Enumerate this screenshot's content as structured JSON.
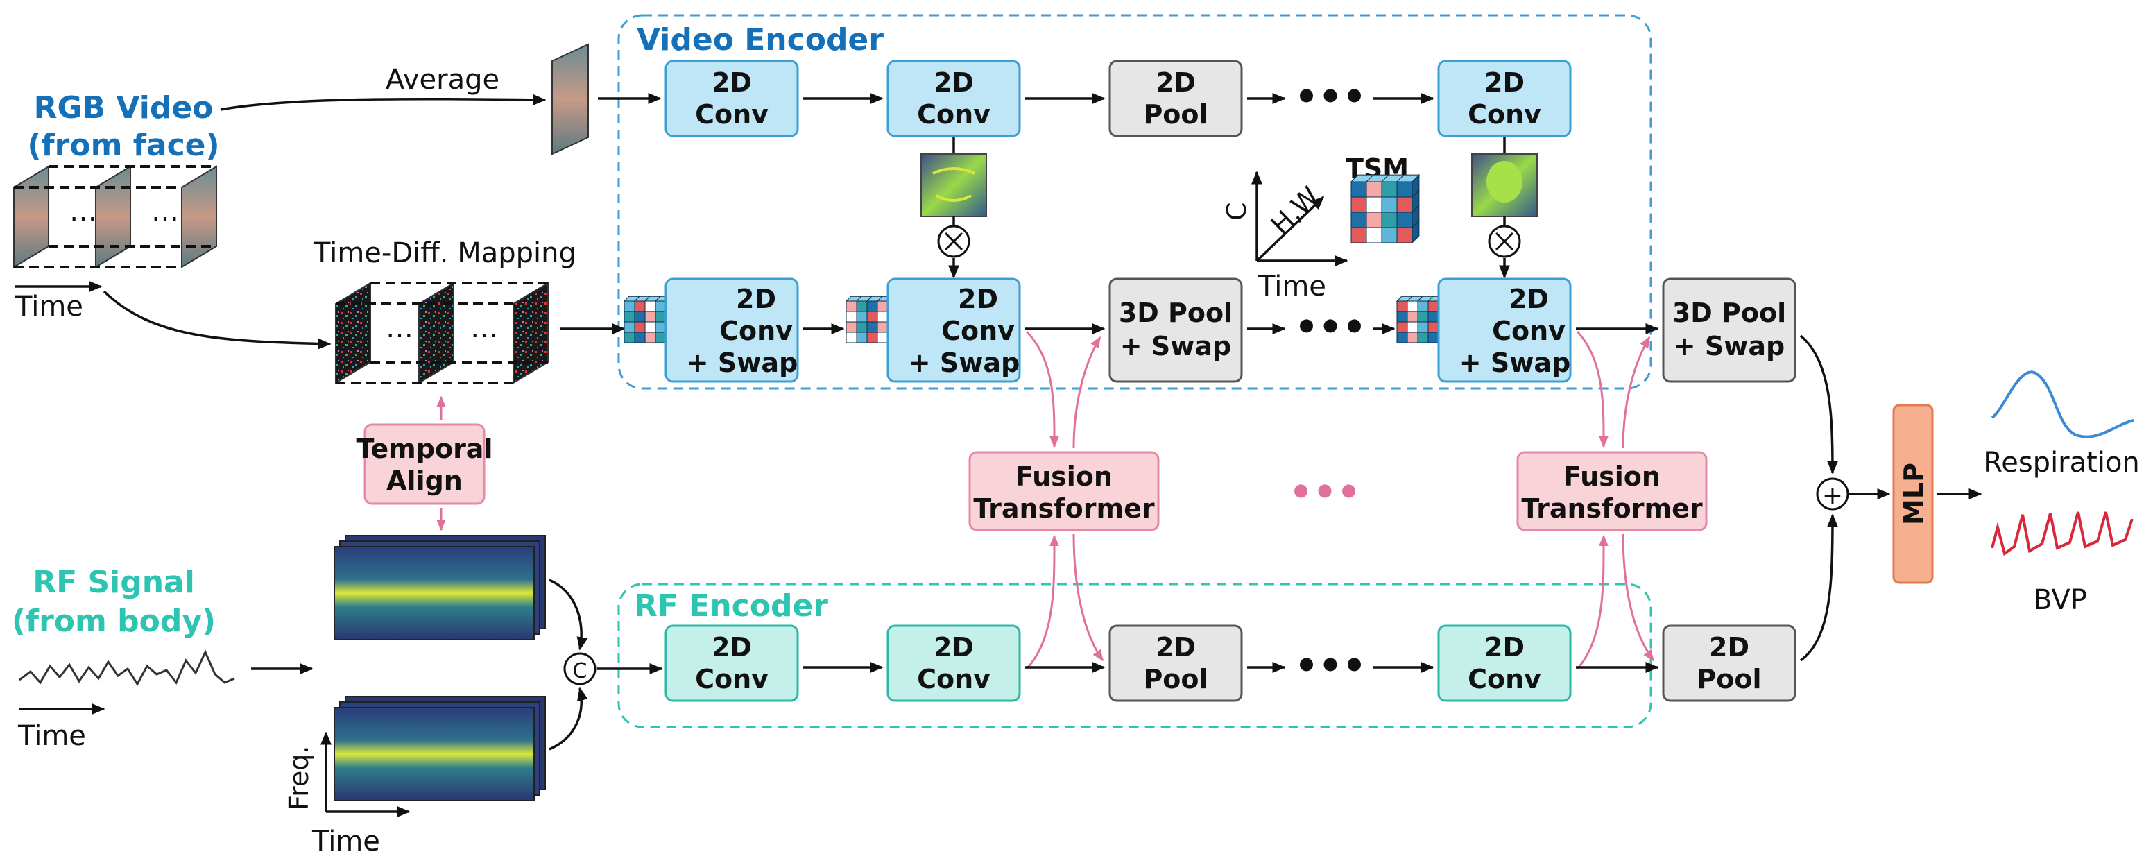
{
  "colors": {
    "video_blue": "#1570b8",
    "rf_teal": "#2ec4b2",
    "conv_fill": "#bfe6f6",
    "conv_stroke": "#3b9fd3",
    "rf_fill": "#c5f0ea",
    "rf_stroke": "#2cb7a6",
    "pool_fill": "#e6e6e6",
    "pool_stroke": "#555555",
    "pink_fill": "#f8d3d7",
    "pink_stroke": "#e48aa6",
    "mlp_fill": "#f7b08f",
    "mlp_stroke": "#e07a4f"
  },
  "icons": [
    "video-frame-stack-icon",
    "spectrogram-icon",
    "tsm-cube-icon",
    "feature-map-icon",
    "multiply-icon",
    "plus-icon",
    "concat-icon",
    "waveform-icon"
  ],
  "inputs": {
    "rgb_title_line1": "RGB Video",
    "rgb_title_line2": "(from face)",
    "rf_title_line1": "RF Signal",
    "rf_title_line2": "(from body)",
    "time_label": "Time",
    "freq_label": "Freq.",
    "average_label": "Average",
    "timediff_label": "Time-Diff. Mapping",
    "temporal_align_line1": "Temporal",
    "temporal_align_line2": "Align",
    "frame_dots": "…",
    "concat_symbol": "C"
  },
  "video_encoder": {
    "title": "Video Encoder",
    "top_row": {
      "conv1": [
        "2D",
        "Conv"
      ],
      "conv2": [
        "2D",
        "Conv"
      ],
      "pool": [
        "2D",
        "Pool"
      ],
      "convN": [
        "2D",
        "Conv"
      ]
    },
    "mid_row": {
      "conv1": [
        "2D",
        "Conv",
        "+ Swap"
      ],
      "conv2": [
        "2D",
        "Conv",
        "+ Swap"
      ],
      "pool": [
        "3D Pool",
        "+ Swap"
      ],
      "convN": [
        "2D",
        "Conv",
        "+ Swap"
      ],
      "out_pool": [
        "3D Pool",
        "+ Swap"
      ]
    },
    "tsm": {
      "label": "TSM",
      "axis_c": "C",
      "axis_hw": "H,W",
      "axis_time": "Time"
    },
    "ellipsis": "•••"
  },
  "fusion": {
    "box1": [
      "Fusion",
      "Transformer"
    ],
    "box2": [
      "Fusion",
      "Transformer"
    ],
    "ellipsis": "•••"
  },
  "rf_encoder": {
    "title": "RF Encoder",
    "conv1": [
      "2D",
      "Conv"
    ],
    "conv2": [
      "2D",
      "Conv"
    ],
    "pool": [
      "2D",
      "Pool"
    ],
    "convN": [
      "2D",
      "Conv"
    ],
    "out_pool": [
      "2D",
      "Pool"
    ],
    "ellipsis": "•••"
  },
  "head": {
    "mlp_label": "MLP",
    "plus_symbol": "+",
    "respiration_label": "Respiration",
    "bvp_label": "BVP"
  }
}
